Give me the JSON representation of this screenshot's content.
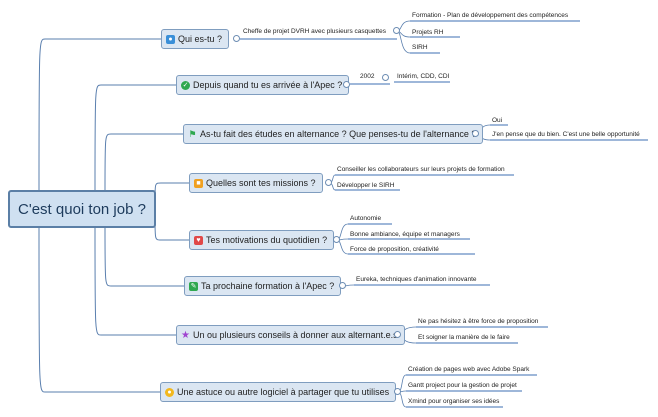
{
  "central": {
    "label": "C'est quoi ton job ?"
  },
  "topics": [
    {
      "label": "Qui es-tu ?",
      "icon": "person-icon"
    },
    {
      "label": "Depuis quand tu es arrivée à l'Apec ?",
      "icon": "check-icon"
    },
    {
      "label": "As-tu fait des études en alternance ? Que penses-tu de l'alternance ?",
      "icon": "flag-icon"
    },
    {
      "label": "Quelles sont tes missions ?",
      "icon": "briefcase-icon"
    },
    {
      "label": "Tes motivations du quotidien ?",
      "icon": "heart-icon"
    },
    {
      "label": "Ta prochaine formation à l'Apec ?",
      "icon": "pencil-icon"
    },
    {
      "label": "Un ou plusieurs conseils à donner aux alternant.e.s",
      "icon": "star-icon"
    },
    {
      "label": "Une astuce ou autre logiciel à partager que tu utilises",
      "icon": "lightbulb-icon"
    }
  ],
  "subtopics": {
    "qui_es_tu": {
      "role": "Cheffe de projet DVRH avec plusieurs casquettes",
      "items": [
        "Formation - Plan de développement des compétences",
        "Projets RH",
        "SIRH"
      ]
    },
    "depuis_quand": {
      "year": "2002",
      "detail": "Intérim, CDD, CDI"
    },
    "etudes": [
      "Oui",
      "J'en pense que du bien. C'est une belle opportunité"
    ],
    "missions": [
      "Conseiller les collaborateurs sur leurs projets de formation",
      "Développer le SIRH"
    ],
    "motivations": [
      "Autonomie",
      "Bonne ambiance, équipe et managers",
      "Force de proposition, créativité"
    ],
    "formation": [
      "Eureka, techniques d'animation innovante"
    ],
    "conseils": [
      "Ne pas hésitez à être force de proposition",
      "Et soigner la manière de le faire"
    ],
    "astuces": [
      "Création de pages web avec Adobe Spark",
      "Gantt project pour la gestion de projet",
      "Xmind pour organiser ses idées"
    ]
  },
  "colors": {
    "central_fill": "#cfe0f1",
    "central_border": "#5b7fa6",
    "topic_fill": "#dbe6f2",
    "topic_border": "#7f9dbf",
    "line": "#5a7fae",
    "underline": "#3d6fb3"
  }
}
